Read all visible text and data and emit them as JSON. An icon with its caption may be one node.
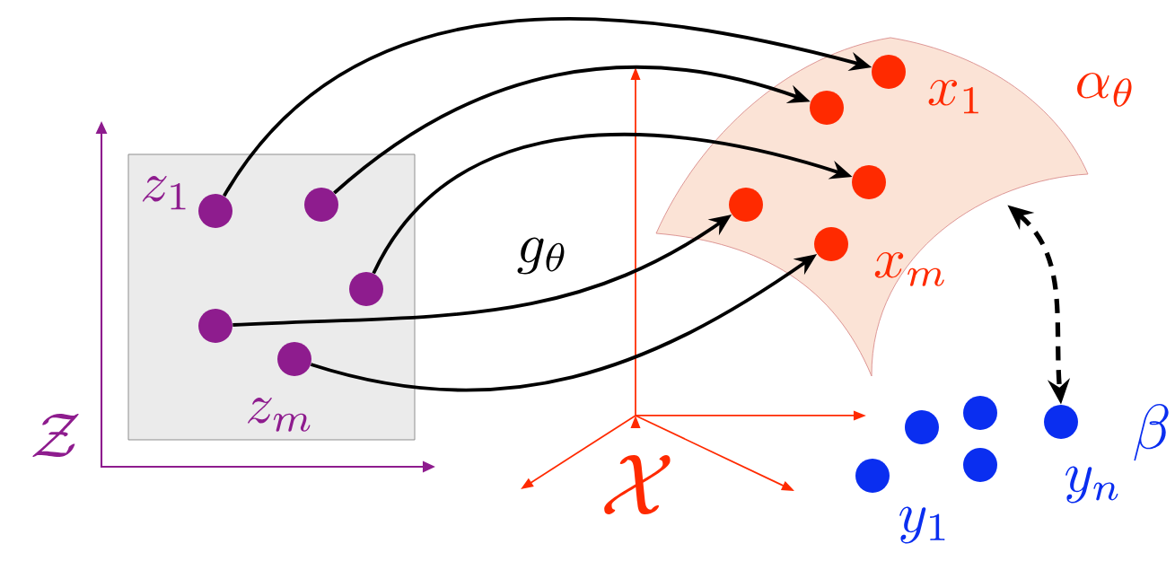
{
  "diagram": {
    "nodes": [
      {
        "text": [],
        "shape": "box"
      },
      {
        "text": [],
        "shape": "circle",
        "in": 0,
        "beside": [
          "z_1"
        ]
      },
      {
        "text": [],
        "shape": "circle",
        "in": 0
      },
      {
        "text": [],
        "shape": "circle",
        "in": 0
      },
      {
        "text": [],
        "shape": "circle",
        "in": 0
      },
      {
        "text": [],
        "shape": "circle",
        "in": 0,
        "beside": [
          "z_m"
        ]
      },
      {
        "text": [],
        "shape": "surface",
        "beside": [
          "\\alpha_\\theta"
        ]
      },
      {
        "text": [],
        "shape": "circle",
        "in": 6,
        "beside": [
          "x_1"
        ]
      },
      {
        "text": [],
        "shape": "circle",
        "in": 6
      },
      {
        "text": [],
        "shape": "circle",
        "in": 6
      },
      {
        "text": [],
        "shape": "circle",
        "in": 6
      },
      {
        "text": [],
        "shape": "circle",
        "in": 6,
        "beside": [
          "x_m"
        ]
      },
      {
        "text": [],
        "shape": "circle",
        "beside": [
          "y_1"
        ]
      },
      {
        "text": [],
        "shape": "circle"
      },
      {
        "text": [],
        "shape": "circle"
      },
      {
        "text": [],
        "shape": "circle"
      },
      {
        "text": [],
        "shape": "circle",
        "beside": [
          "y_n"
        ]
      }
    ],
    "edges": [
      {
        "from": 1,
        "to": 7,
        "arrow": "to"
      },
      {
        "from": 2,
        "to": 8,
        "arrow": "to"
      },
      {
        "from": 3,
        "to": 9,
        "arrow": "to"
      },
      {
        "from": 4,
        "to": 10,
        "arrow": "to",
        "label": "g_\\theta"
      },
      {
        "from": 5,
        "to": 11,
        "arrow": "to"
      },
      {
        "from": 6,
        "to": 16,
        "arrow": "both",
        "style": "dashed"
      }
    ],
    "labels": [
      "\\mathcal{Z}",
      "\\mathcal{X}",
      "\\beta"
    ]
  }
}
